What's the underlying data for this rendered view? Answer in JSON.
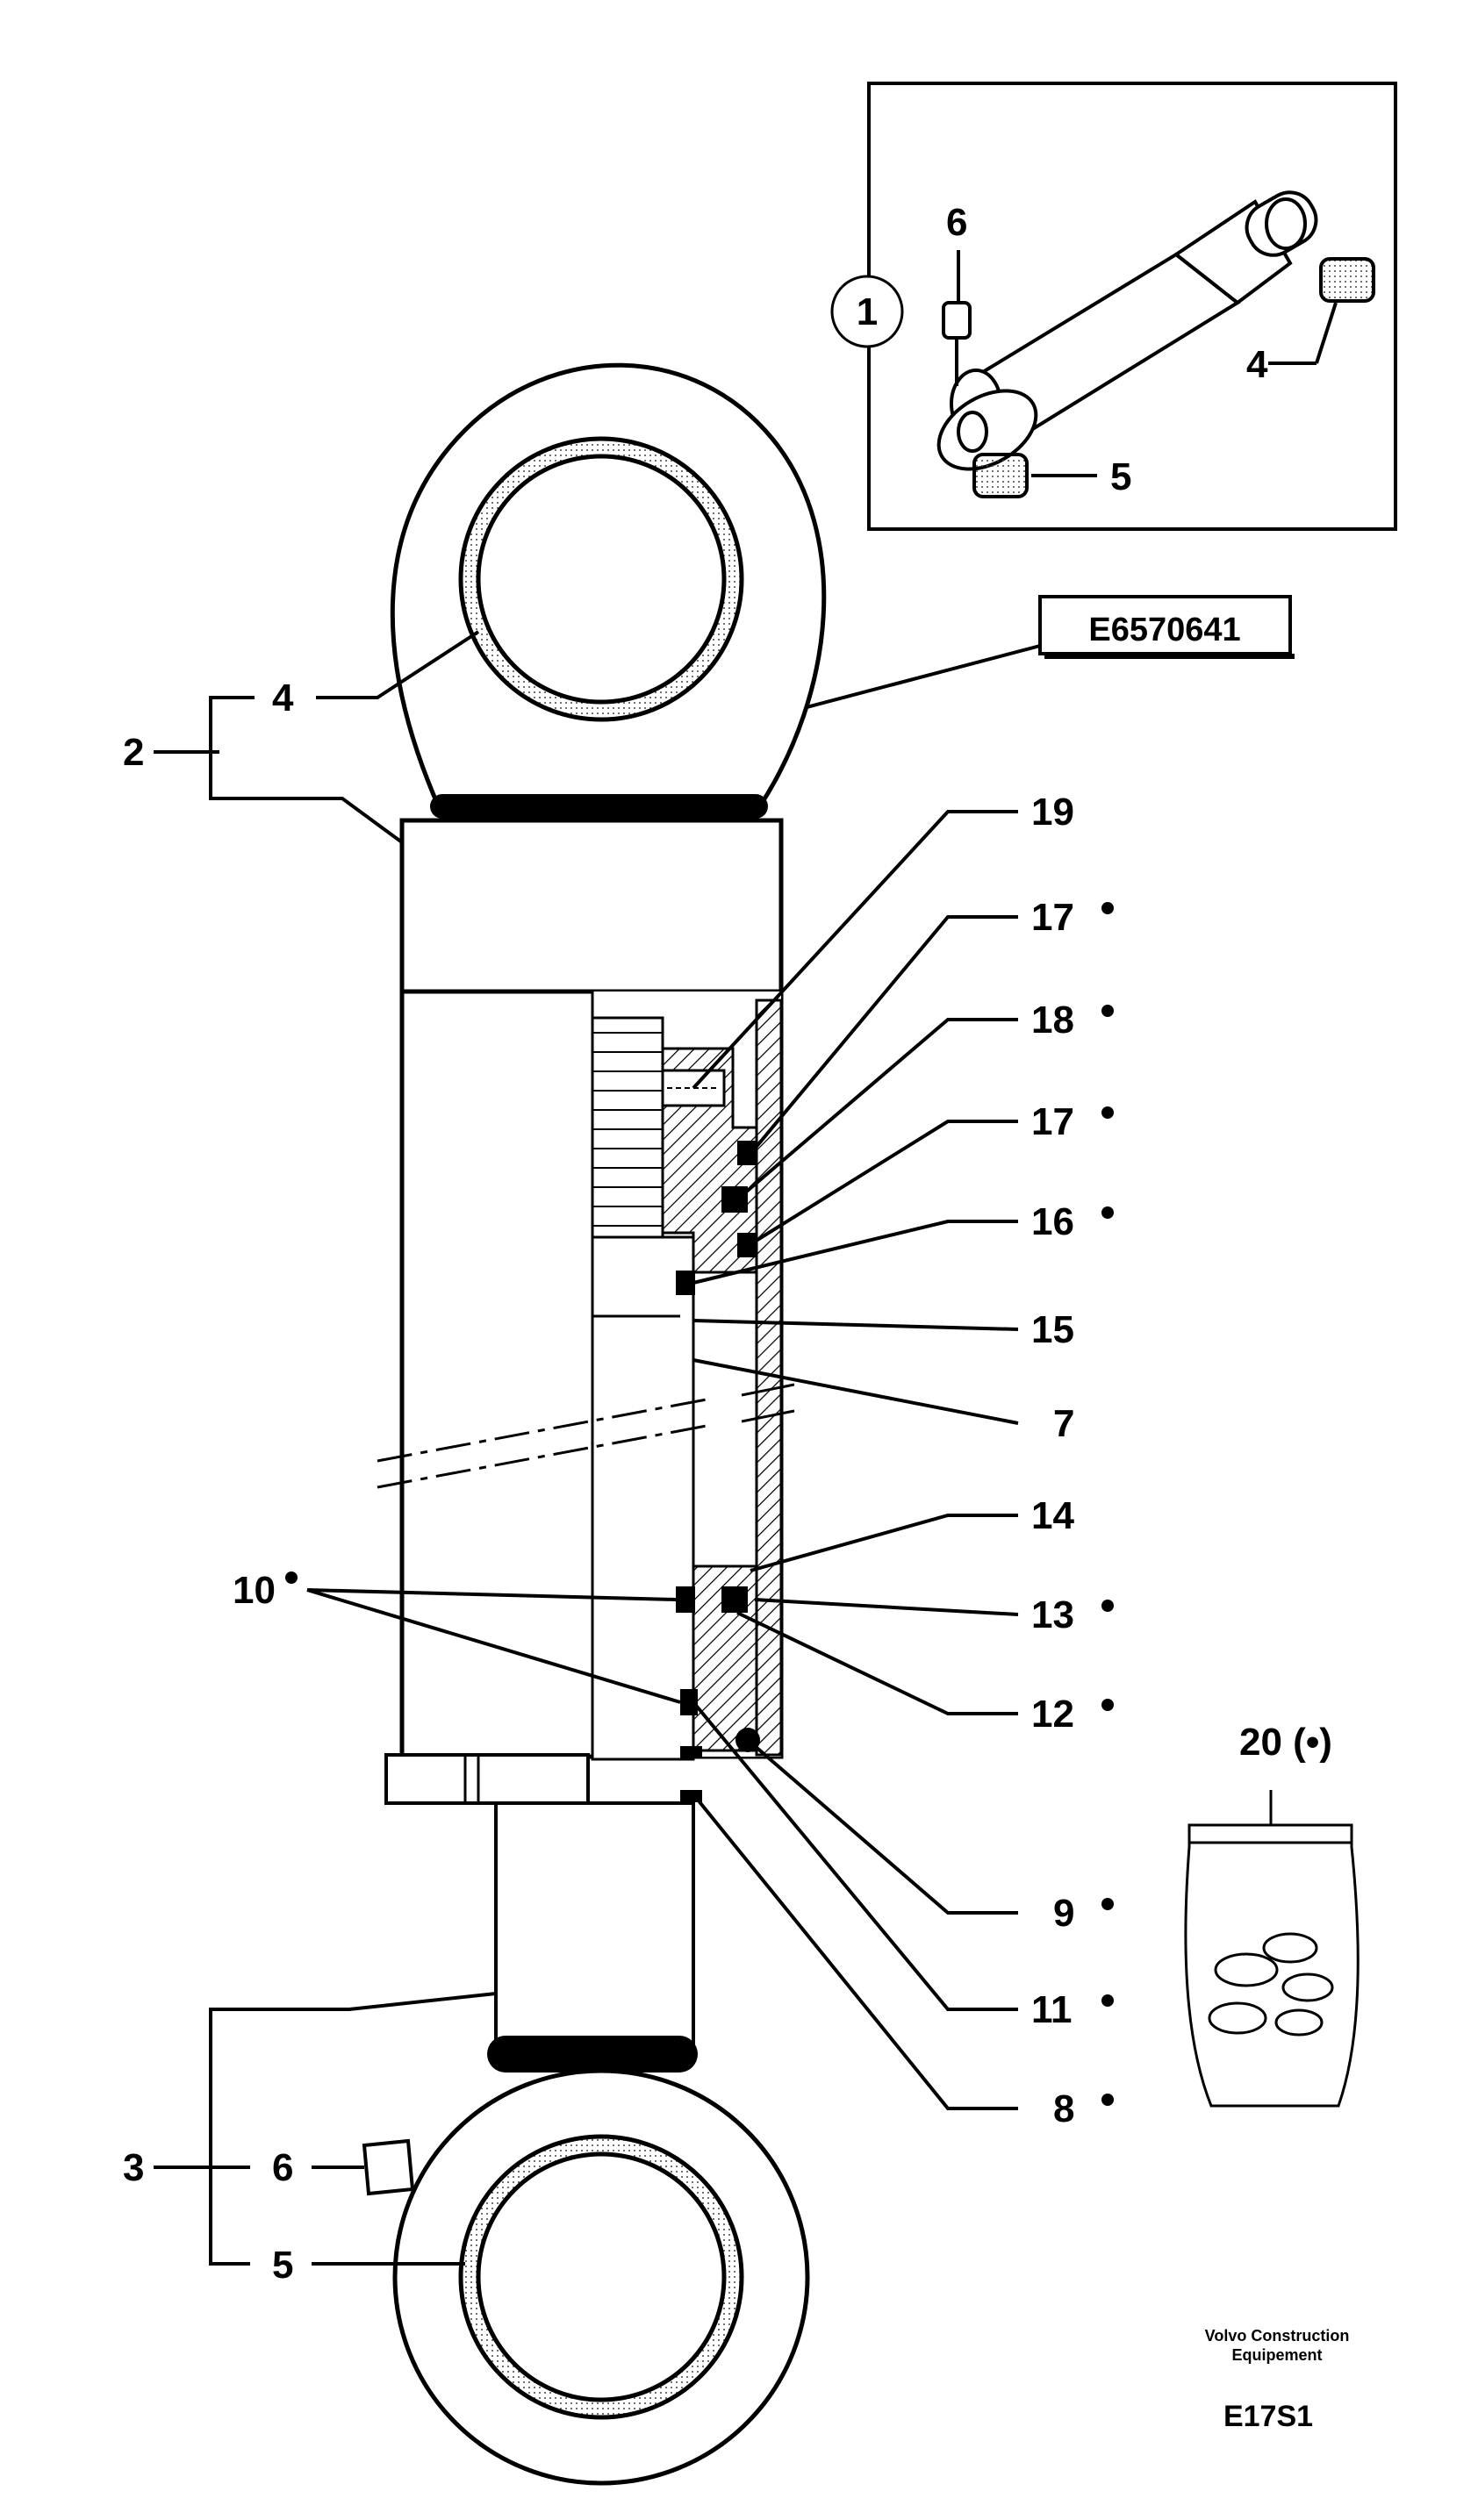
{
  "drawing": {
    "reference_box": "E6570641",
    "inset_circle_label": "1",
    "bag_label": "20 (•)",
    "footer": {
      "company_line1": "Volvo Construction",
      "company_line2": "Equipement",
      "code": "E17S1"
    }
  },
  "callouts": {
    "c2": "2",
    "c3": "3",
    "c4": "4",
    "c5": "5",
    "c6": "6",
    "c7": "7",
    "c8": "8",
    "c9": "9",
    "c10": "10",
    "c11": "11",
    "c12": "12",
    "c13": "13",
    "c14": "14",
    "c15": "15",
    "c16": "16",
    "c17a": "17",
    "c17b": "17",
    "c18": "18",
    "c19": "19",
    "inset_c4": "4",
    "inset_c5": "5",
    "inset_c6": "6"
  },
  "seal_kit_marker": "•"
}
